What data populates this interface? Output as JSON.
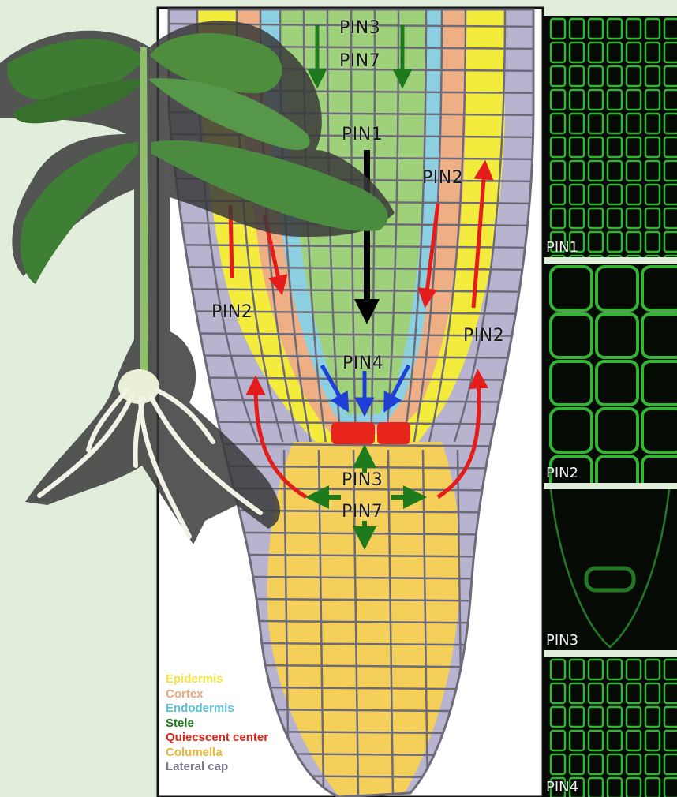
{
  "diagram": {
    "labels": {
      "top_pin3": "PIN3",
      "top_pin7": "PIN7",
      "pin1": "PIN1",
      "pin2_upper_right": "PIN2",
      "pin2_left": "PIN2",
      "pin2_lower_right": "PIN2",
      "pin4": "PIN4",
      "bottom_pin3": "PIN3",
      "bottom_pin7": "PIN7"
    },
    "legend": [
      {
        "text": "Epidermis",
        "color": "#f2e63a"
      },
      {
        "text": "Cortex",
        "color": "#e9a97a"
      },
      {
        "text": "Endodermis",
        "color": "#5bbfd8"
      },
      {
        "text": "Stele",
        "color": "#1f7a1f"
      },
      {
        "text": "Quiecscent center",
        "color": "#e2231a"
      },
      {
        "text": "Columella",
        "color": "#e8b83a"
      },
      {
        "text": "Lateral cap",
        "color": "#7a7a8a"
      }
    ],
    "tissue_colors": {
      "epidermis": "#f4ec3c",
      "cortex": "#eeaf84",
      "endodermis": "#8ccfe0",
      "stele": "#9fd07a",
      "quiescent_center": "#e8251a",
      "columella": "#f4cf5a",
      "lateral_cap": "#b8b4cf"
    },
    "arrow_colors": {
      "pin1": "#000000",
      "pin2": "#e51c1c",
      "pin3_pin7": "#1d7a1d",
      "pin4": "#1f3fd6"
    }
  },
  "micrographs": [
    {
      "label": "PIN1"
    },
    {
      "label": "PIN2"
    },
    {
      "label": "PIN3"
    },
    {
      "label": "PIN4"
    }
  ]
}
